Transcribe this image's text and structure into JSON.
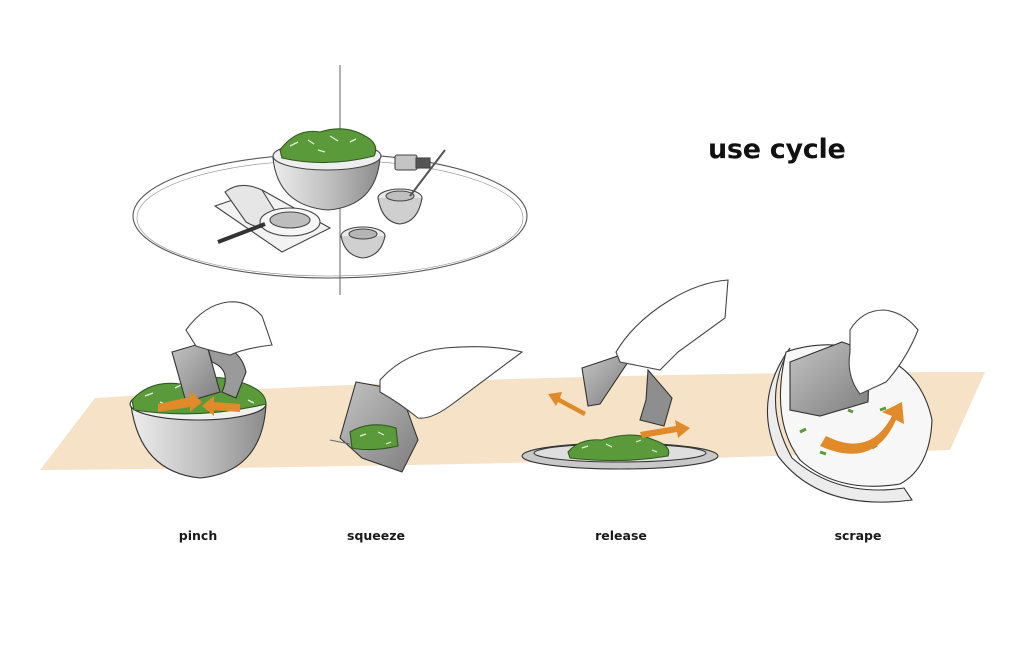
{
  "title": "use cycle",
  "steps": [
    {
      "id": "pinch",
      "label": "pinch"
    },
    {
      "id": "squeeze",
      "label": "squeeze"
    },
    {
      "id": "release",
      "label": "release"
    },
    {
      "id": "scrape",
      "label": "scrape"
    }
  ],
  "colors": {
    "band": "#f5e2c7",
    "arrow": "#e08a2a",
    "salad": "#5b9a3a",
    "tool": "#9a9a9a",
    "ink": "#333333"
  }
}
